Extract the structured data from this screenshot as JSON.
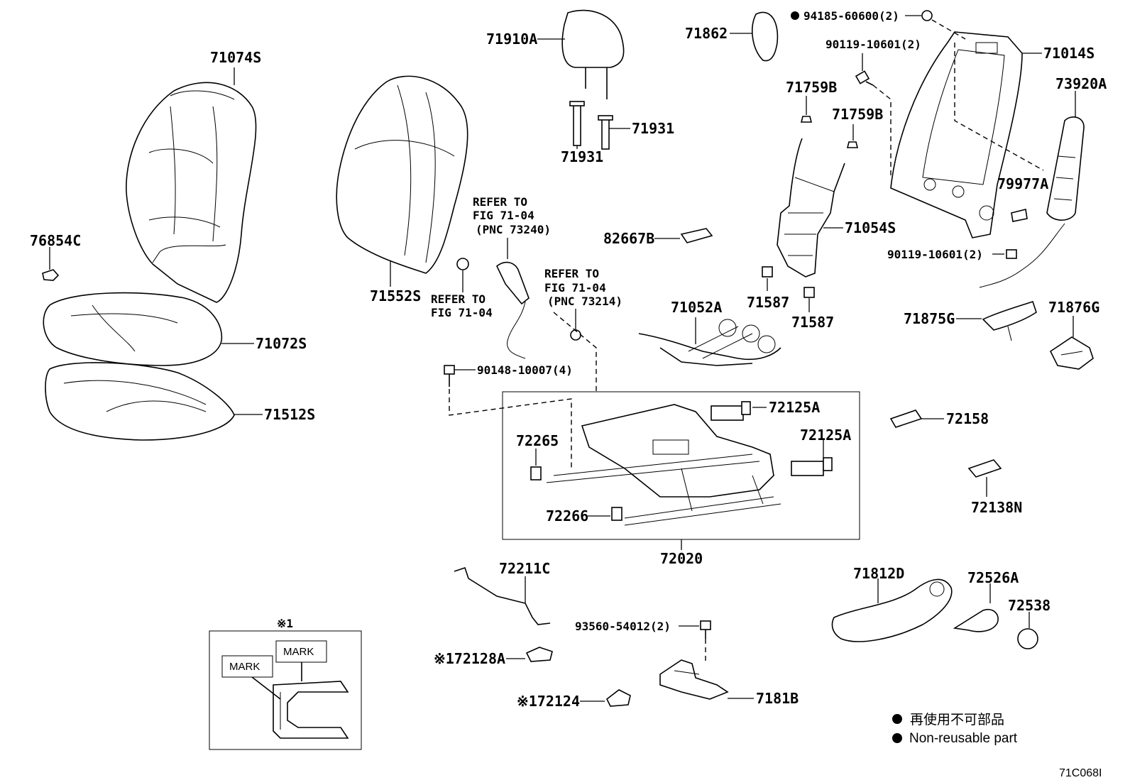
{
  "labels": {
    "p71074S": "71074S",
    "p76854C": "76854C",
    "p71072S": "71072S",
    "p71512S": "71512S",
    "p71552S": "71552S",
    "p71910A": "71910A",
    "p71931a": "71931",
    "p71931b": "71931",
    "p71862": "71862",
    "p94185": "94185-60600(2)",
    "p90119a": "90119-10601(2)",
    "p71014S": "71014S",
    "p73920A": "73920A",
    "p71759Ba": "71759B",
    "p71759Bb": "71759B",
    "p79977A": "79977A",
    "p71054S": "71054S",
    "p90119b": "90119-10601(2)",
    "p82667B": "82667B",
    "p71587a": "71587",
    "p71587b": "71587",
    "p71052A": "71052A",
    "p71875G": "71875G",
    "p71876G": "71876G",
    "p90148": "90148-10007(4)",
    "p72125Aa": "72125A",
    "p72125Ab": "72125A",
    "p72265": "72265",
    "p72266": "72266",
    "p72158": "72158",
    "p72138N": "72138N",
    "p72020": "72020",
    "p72211C": "72211C",
    "p93560": "93560-54012(2)",
    "p72128A": "※172128A",
    "p72124": "※172124",
    "p7181B": "7181B",
    "p71812D": "71812D",
    "p72526A": "72526A",
    "p72538": "72538"
  },
  "refs": {
    "ref1_line1": "REFER TO",
    "ref1_line2": "FIG 71-04",
    "ref1_line3": "(PNC 73240)",
    "ref2_line1": "REFER TO",
    "ref2_line2": "FIG 71-04",
    "ref3_line1": "REFER TO",
    "ref3_line2": "FIG 71-04",
    "ref3_line3": "(PNC 73214)"
  },
  "inset": {
    "title": "※1",
    "mark1": "MARK",
    "mark2": "MARK"
  },
  "legend": {
    "item1": "再使用不可部品",
    "item2": "Non-reusable part"
  },
  "figure_code": "71C068I"
}
